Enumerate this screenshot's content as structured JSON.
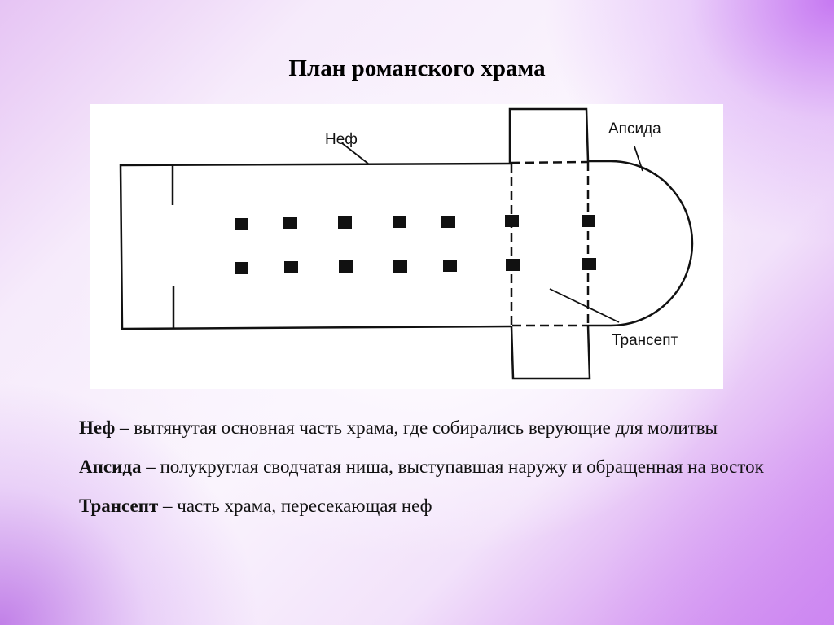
{
  "title": "План романского храма",
  "diagram": {
    "labels": {
      "nave": "Неф",
      "apse": "Апсида",
      "transept": "Трансепт"
    }
  },
  "definitions": [
    {
      "term": "Неф",
      "dash": " – ",
      "text": "вытянутая основная часть храма, где собирались верующие для молитвы"
    },
    {
      "term": "Апсида",
      "dash": " – ",
      "text": "полукруглая сводчатая ниша, выступавшая наружу и обращенная на восток"
    },
    {
      "term": "Трансепт",
      "dash": " – ",
      "text": "часть храма, пересекающая неф"
    }
  ]
}
